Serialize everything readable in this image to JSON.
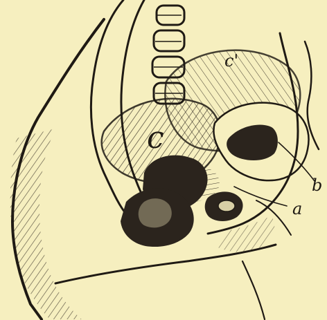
{
  "labels": {
    "c_prime": "c'",
    "c": "c",
    "b": "b",
    "a": "a"
  }
}
